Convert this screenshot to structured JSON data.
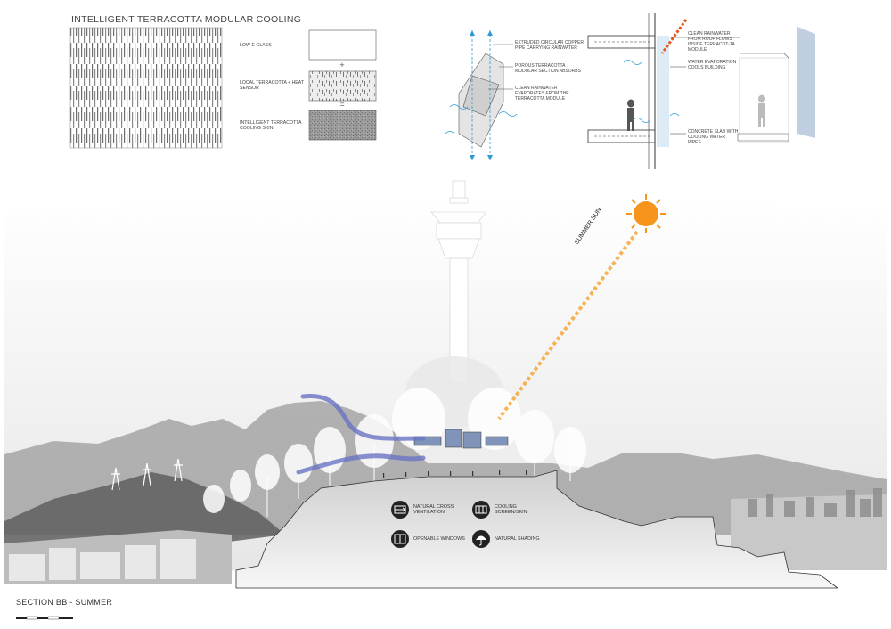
{
  "title": "INTELLIGENT TERRACOTTA MODULAR COOLING",
  "layers": [
    {
      "label": "LOW-E GLASS"
    },
    {
      "label": "LOCAL TERRACOTTA + HEAT SENSOR"
    },
    {
      "label": "INTELLIGENT TERRACOTTA COOLING SKIN"
    }
  ],
  "operators": {
    "plus": "+",
    "equals": "="
  },
  "module_labels": {
    "pipe": "EXTRUDED CIRCULAR COPPER PIPE CARRYING RAINWATER",
    "porous": "POROUS TERRACOTTA MODULAR SECTION ABSORBS",
    "evaporates": "CLEAN RAINWATER EVAPORATES FROM THE TERRACOTTA MODULE"
  },
  "facade_labels": {
    "flows": "CLEAN RAINWATER FROM ROOF FLOWS INSIDE TERRACOT-TA MODULE",
    "evaporation": "WATER EVAPORATION COOLS BUILDING",
    "slab": "CONCRETE SLAB WITH COOLING WATER PIPES"
  },
  "sun_label": "SUMMER SUN",
  "legend": [
    {
      "label": "NATURAL CROSS VENTILATION",
      "icon": "ventilation-icon"
    },
    {
      "label": "COOLING SCREEN/SKIN",
      "icon": "screen-icon"
    },
    {
      "label": "OPENABLE WINDOWS",
      "icon": "window-icon"
    },
    {
      "label": "NATURAL SHADING",
      "icon": "umbrella-icon"
    }
  ],
  "section_title": "SECTION BB - SUMMER",
  "colors": {
    "sun": "#f5a83a",
    "wind": "#6a74c4",
    "water": "#2e9ad6",
    "ground": "#dcdcdc"
  }
}
